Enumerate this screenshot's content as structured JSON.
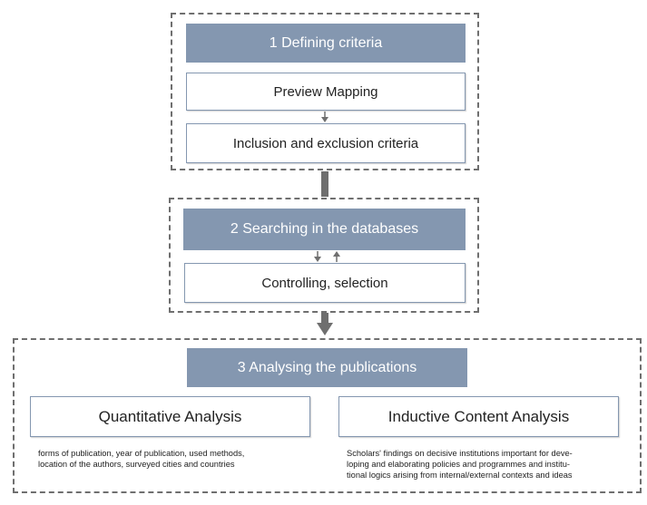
{
  "stage1": {
    "title": "1 Defining criteria",
    "steps": [
      "Preview Mapping",
      "Inclusion and exclusion criteria"
    ]
  },
  "stage2": {
    "title": "2 Searching in the databases",
    "steps": [
      "Controlling, selection"
    ]
  },
  "stage3": {
    "title": "3 Analysing the publications",
    "left": {
      "title": "Quantitative Analysis",
      "description_lines": [
        "forms of publication, year of publication, used methods,",
        "location of the authors, surveyed cities and countries"
      ]
    },
    "right": {
      "title": "Inductive Content Analysis",
      "description_lines": [
        "Scholars' findings on decisive institutions important for deve-",
        "loping and elaborating policies and programmes and institu-",
        "tional logics arising from internal/external contexts and ideas"
      ]
    }
  },
  "colors": {
    "header_fill": "#8497b0",
    "box_border": "#8497b0",
    "dash_border": "#6f6f6f",
    "arrow": "#6f6f6f"
  }
}
